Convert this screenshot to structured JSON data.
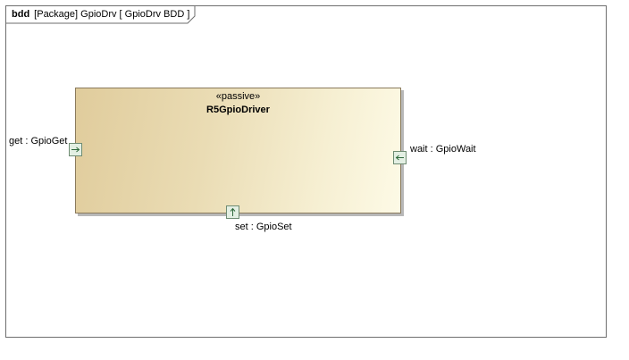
{
  "frame": {
    "kind": "bdd",
    "header": "[Package] GpioDrv [ GpioDrv BDD ]"
  },
  "block": {
    "stereotype": "«passive»",
    "name": "R5GpioDriver"
  },
  "ports": {
    "get": {
      "label": "get : GpioGet",
      "icon": "arrow-right-icon"
    },
    "wait": {
      "label": "wait : GpioWait",
      "icon": "arrow-left-icon"
    },
    "set": {
      "label": "set : GpioSet",
      "icon": "arrow-up-icon"
    }
  },
  "colors": {
    "block_fill_start": "#e0cc9c",
    "block_fill_end": "#fdfae6",
    "port_fill": "#e3efe3",
    "port_border": "#6f8c73"
  }
}
